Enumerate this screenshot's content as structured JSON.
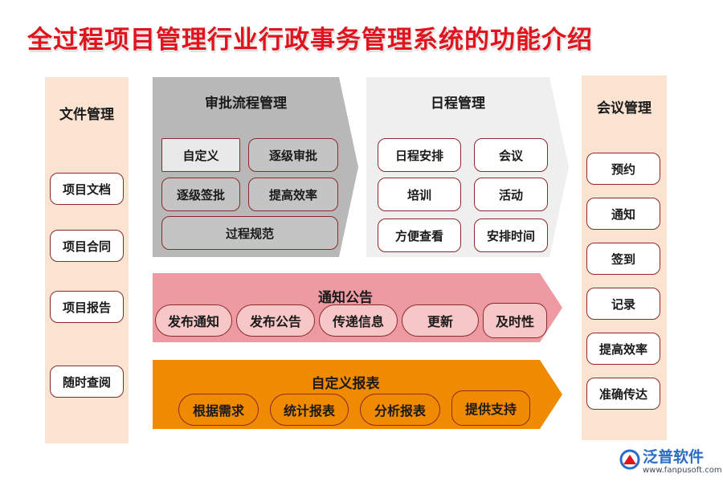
{
  "title": "全过程项目管理行业行政事务管理系统的功能介绍",
  "file_mgmt": {
    "header": "文件管理",
    "items": [
      "项目文档",
      "项目合同",
      "项目报告",
      "随时查阅"
    ]
  },
  "approval": {
    "header": "审批流程管理",
    "items": [
      "自定义",
      "逐级审批",
      "逐级签批",
      "提高效率",
      "过程规范"
    ]
  },
  "schedule": {
    "header": "日程管理",
    "items": [
      "日程安排",
      "会议",
      "培训",
      "活动",
      "方便查看",
      "安排时间"
    ]
  },
  "meeting": {
    "header": "会议管理",
    "items": [
      "预约",
      "通知",
      "签到",
      "记录",
      "提高效率",
      "准确传达"
    ]
  },
  "notice": {
    "header": "通知公告",
    "items": [
      "发布通知",
      "发布公告",
      "传递信息",
      "更新",
      "及时性"
    ]
  },
  "report": {
    "header": "自定义报表",
    "items": [
      "根据需求",
      "统计报表",
      "分析报表",
      "提供支持"
    ]
  },
  "brand": {
    "name": "泛普软件",
    "url": "www.fanpusoft.com"
  },
  "colors": {
    "title": "#e0141e",
    "side_columns": "#fbe3d2",
    "approval_bg": "#b8b8b8",
    "schedule_bg": "#efefef",
    "notice_bg": "#ee9aa2",
    "report_bg": "#f08a00",
    "border": "#8b2a2a"
  }
}
